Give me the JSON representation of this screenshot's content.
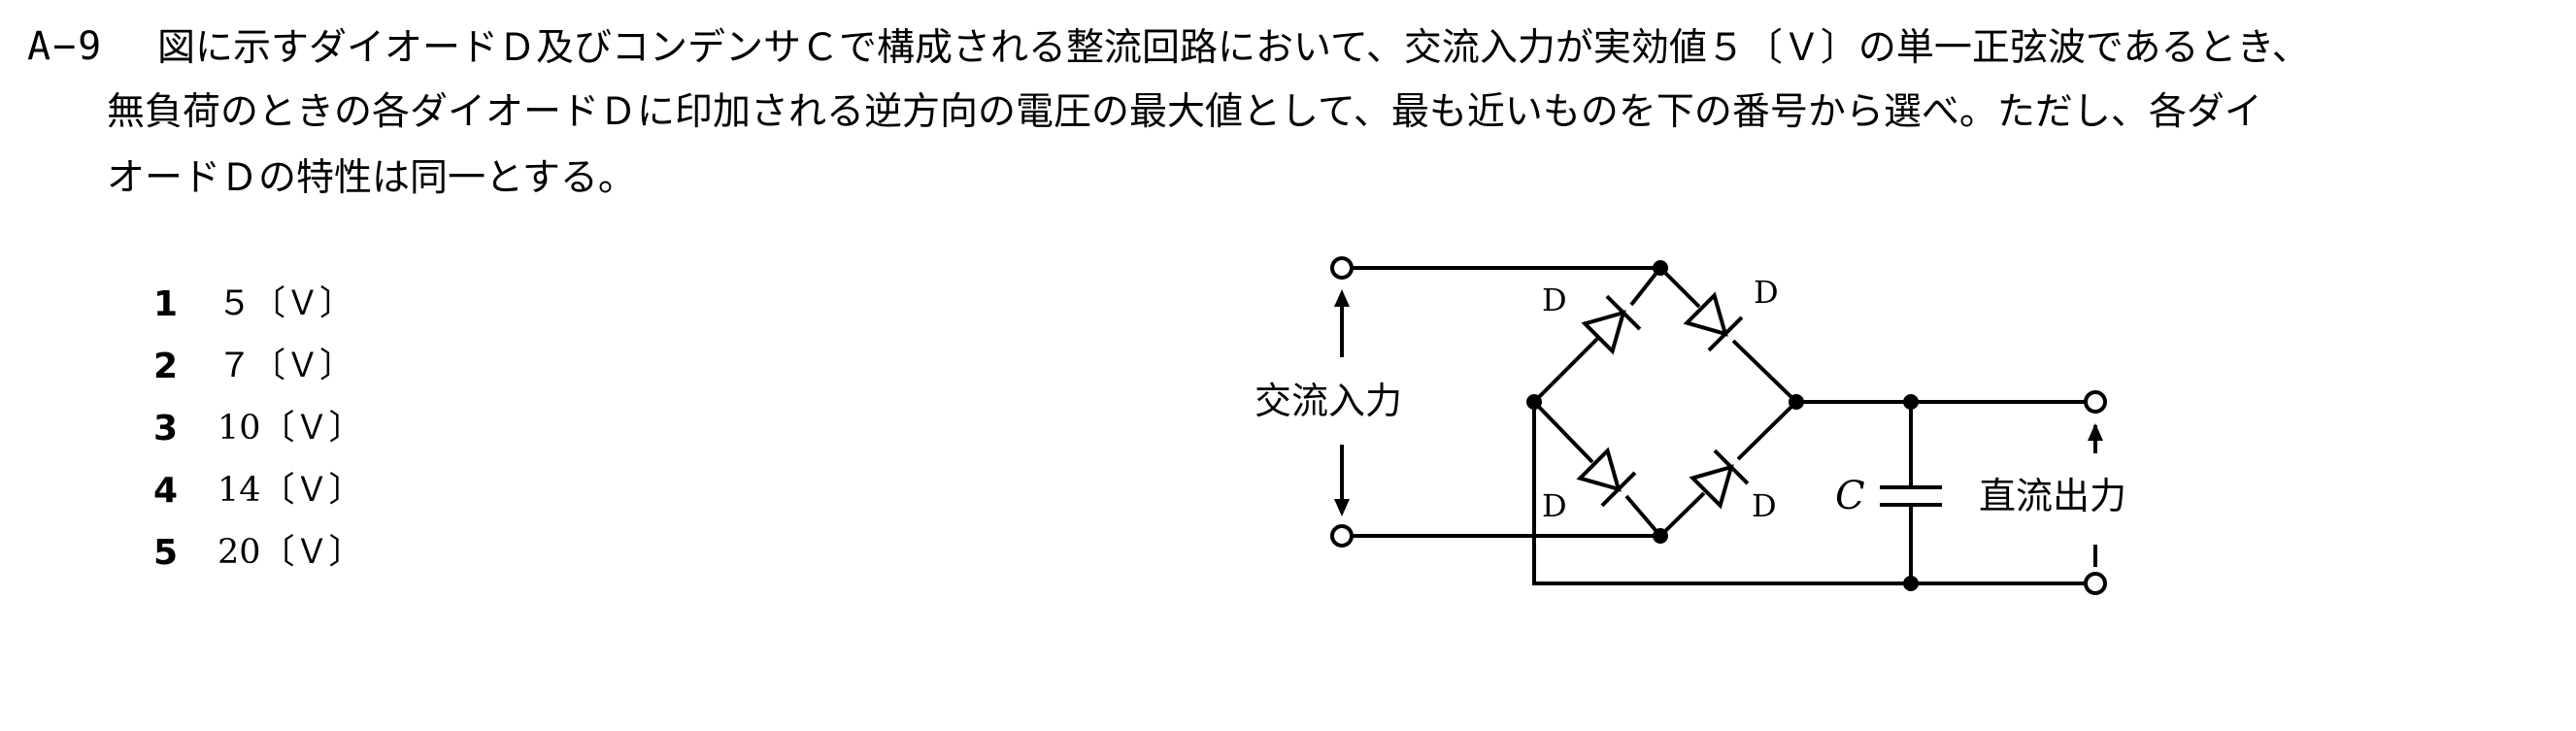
{
  "question": {
    "number": "A−9",
    "line1": "図に示すダイオードＤ及びコンデンサＣで構成される整流回路において、交流入力が実効値５〔Ｖ〕の単一正弦波であるとき、",
    "line2": "無負荷のときの各ダイオードＤに印加される逆方向の電圧の最大値として、最も近いものを下の番号から選べ。ただし、各ダイ",
    "line3": "オードＤの特性は同一とする。"
  },
  "options": [
    {
      "num": "1",
      "value": "５〔Ｖ〕"
    },
    {
      "num": "2",
      "value": "７〔Ｖ〕"
    },
    {
      "num": "3",
      "value": "10〔Ｖ〕"
    },
    {
      "num": "4",
      "value": "14〔Ｖ〕"
    },
    {
      "num": "5",
      "value": "20〔Ｖ〕"
    }
  ],
  "circuit": {
    "ac_input_label": "交流入力",
    "dc_output_label": "直流出力",
    "capacitor_label": "C",
    "diode_labels": [
      "D",
      "D",
      "D",
      "D"
    ]
  }
}
